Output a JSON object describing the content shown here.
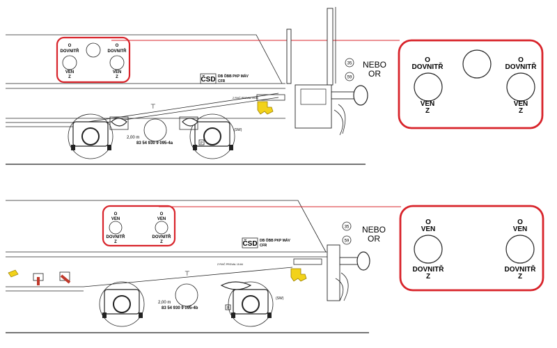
{
  "colors": {
    "highlight": "#d8232a",
    "hook": "#f2d21a",
    "line": "#222222",
    "brake_red": "#c0392b"
  },
  "top": {
    "plate_small": {
      "o": "O",
      "in": "DOVNITŘ",
      "out": "VEN",
      "z": "Z"
    },
    "plate_big": {
      "o": "O",
      "in": "DOVNITŘ",
      "out": "VEN",
      "z": "Z"
    },
    "railway_label": "ČSD",
    "railway_codes": "DB ÖBB PKP MÁV",
    "railway_code2": "CFR",
    "wagon_number": "83 54 930 9 095-4a",
    "wagon_badge": "P",
    "dimension": "2,00 m",
    "dimension_mark": "(SW)",
    "date_text": "Z RVIČ PRGVAL 15.84",
    "sign_35": "35",
    "sign_59": "59",
    "nebo": "NEBO",
    "or": "OR"
  },
  "bottom": {
    "plate_small": {
      "o": "O",
      "out": "VEN",
      "in": "DOVNITŘ",
      "z": "Z"
    },
    "plate_big": {
      "o": "O",
      "out": "VEN",
      "in": "DOVNITŘ",
      "z": "Z"
    },
    "railway_label": "ČSD",
    "railway_codes": "DB ÖBB PKP MÁV",
    "railway_code2": "CFR",
    "wagon_number": "83 54 930 9 095-4b",
    "wagon_badge": "P",
    "dimension": "2,00 m",
    "dimension_mark": "(SW)",
    "date_text": "Z RVIČ PRGVAL 15.84",
    "sign_35": "35",
    "sign_59": "59",
    "nebo": "NEBO",
    "or": "OR"
  }
}
